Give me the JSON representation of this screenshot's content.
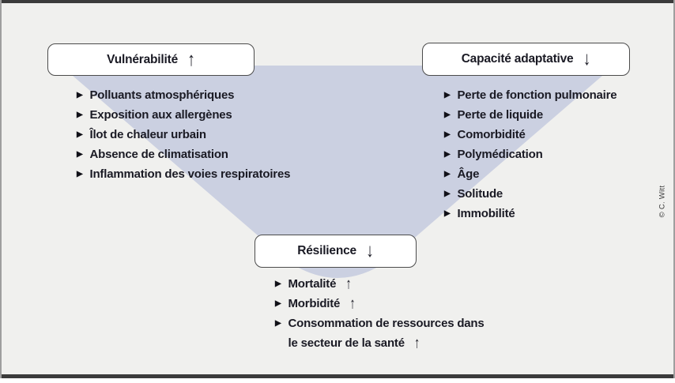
{
  "copyright": "© C. Witt",
  "colors": {
    "triangle": "#cbd0e1",
    "background": "#f0f0ee",
    "bar": "#3b3b3b",
    "text": "#1a1a24",
    "frame": "#9e9e9e",
    "border": "#4b4b4b"
  },
  "glyphs": {
    "bullet": "▶",
    "up_arrow": "↑",
    "down_arrow": "↓"
  },
  "vulnerability": {
    "label": "Vulnérabilité",
    "arrow": "↑",
    "items": [
      "Polluants atmosphériques",
      "Exposition aux allergènes",
      "Îlot de chaleur urbain",
      "Absence de climatisation",
      "Inflammation des voies respiratoires"
    ]
  },
  "adaptive_capacity": {
    "label": "Capacité adaptative",
    "arrow": "↓",
    "items": [
      "Perte de fonction pulmonaire",
      "Perte de liquide",
      "Comorbidité",
      "Polymédication",
      "Âge",
      "Solitude",
      "Immobilité"
    ]
  },
  "resilience": {
    "label": "Résilience",
    "arrow": "↓",
    "items": [
      {
        "text": "Mortalité",
        "arrow": "↑"
      },
      {
        "text": "Morbidité",
        "arrow": "↑"
      },
      {
        "text": "Consommation de ressources dans",
        "arrow": ""
      },
      {
        "text": "le secteur de la santé",
        "arrow": "↑",
        "continuation": true
      }
    ]
  }
}
